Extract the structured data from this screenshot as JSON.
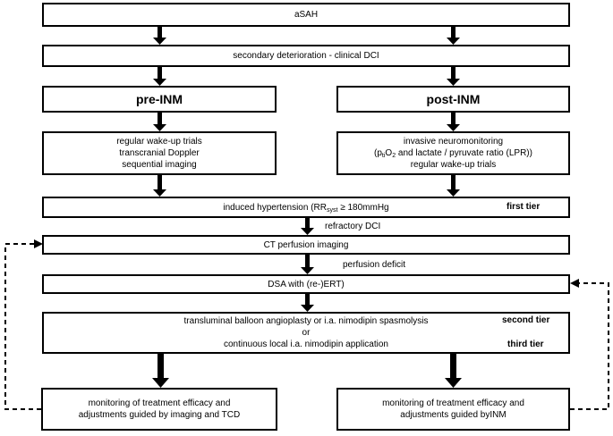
{
  "boxes": {
    "asah": "aSAH",
    "deterioration": "secondary deterioration - clinical DCI",
    "pre_inm": "pre-INM",
    "post_inm": "post-INM",
    "pre_monitoring": [
      "regular wake-up trials",
      "transcranial Doppler",
      "sequential imaging"
    ],
    "post_monitoring": {
      "line1": "invasive neuromonitoring",
      "line2_prefix": "(p",
      "line2_sub": "ti",
      "line2_suffix": "O",
      "line2_sub2": "2",
      "line2_rest": " and lactate / pyruvate ratio (LPR))",
      "line3": "regular wake-up trials"
    },
    "hypertension": {
      "prefix": "induced hypertension (RR",
      "sub": "syst",
      "suffix": " ≥ 180mmHg"
    },
    "ct_perfusion": "CT perfusion imaging",
    "dsa": "DSA with (re-)ERT)",
    "treatment": [
      "transluminal balloon angioplasty or i.a. nimodipin spasmolysis",
      "or",
      "continuous local i.a. nimodipin application"
    ],
    "monitoring_left": [
      "monitoring of treatment efficacy and",
      "adjustments guided by imaging and TCD"
    ],
    "monitoring_right": [
      "monitoring of treatment efficacy and",
      "adjustments guided byINM"
    ]
  },
  "labels": {
    "refractory": "refractory DCI",
    "perfusion_deficit": "perfusion deficit"
  },
  "tiers": {
    "first": "first tier",
    "second": "second tier",
    "third": "third tier"
  }
}
